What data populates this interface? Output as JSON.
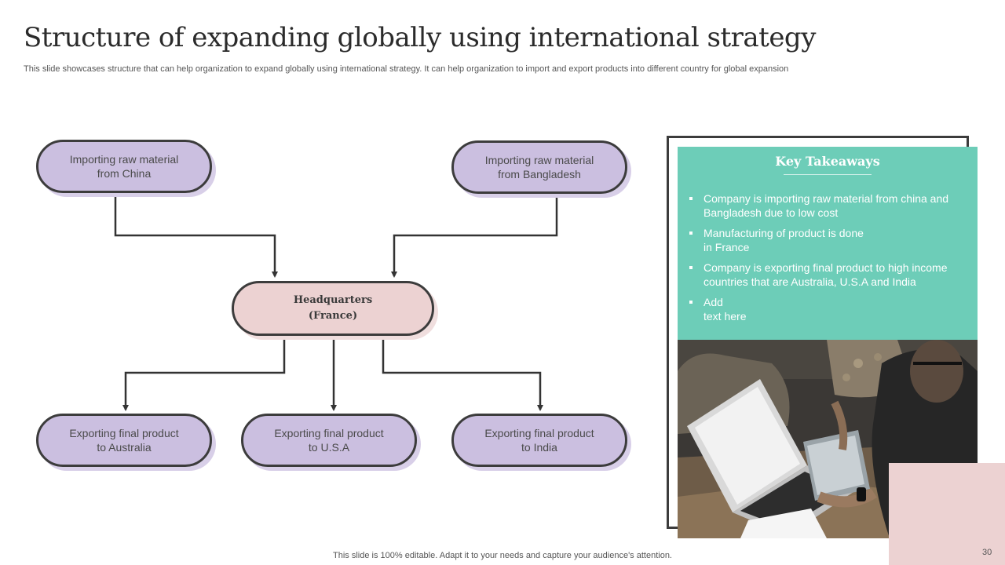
{
  "slide": {
    "title": "Structure of expanding globally using international strategy",
    "subtitle": "This slide showcases structure that can help organization to expand globally using international strategy. It can help organization to import and export products into different country for global expansion",
    "footer": "This slide is 100% editable. Adapt it to your needs and capture your audience's attention.",
    "page_number": "30"
  },
  "diagram": {
    "import_china": [
      "Importing raw material",
      "from China"
    ],
    "import_bangladesh": [
      "Importing raw material",
      "from Bangladesh"
    ],
    "headquarters": [
      "Headquarters",
      "(France)"
    ],
    "export_australia": [
      "Exporting final product",
      "to Australia"
    ],
    "export_usa": [
      "Exporting final product",
      "to U.S.A"
    ],
    "export_india": [
      "Exporting final product",
      "to India"
    ]
  },
  "takeaways": {
    "heading": "Key Takeaways",
    "items": [
      [
        "Company is importing raw material from china and",
        "Bangladesh due to low cost"
      ],
      [
        "Manufacturing of product is done",
        "in France"
      ],
      [
        "Company is exporting final product to high income",
        "countries that are Australia, U.S.A and India"
      ],
      [
        "Add",
        "text here"
      ]
    ]
  },
  "colors": {
    "node_purple": "#cbbfe0",
    "node_pink": "#ecd2d2",
    "panel_green": "#6dcdb8",
    "outline": "#3c3c3c"
  }
}
